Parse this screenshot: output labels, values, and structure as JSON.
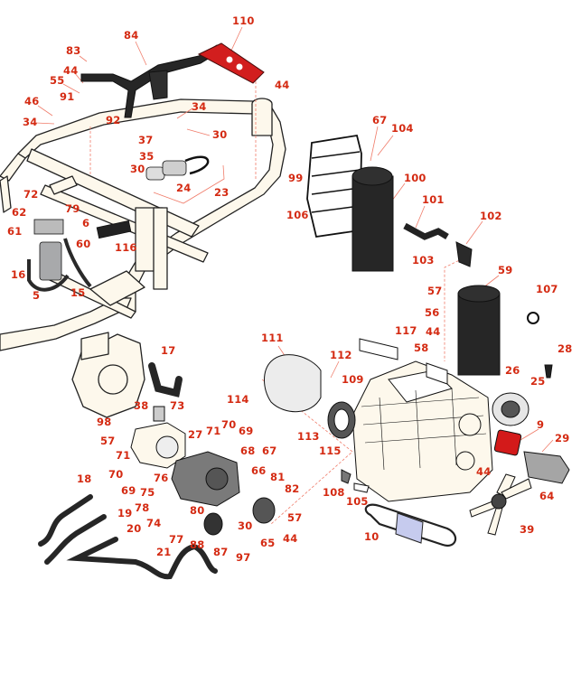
{
  "diagram": {
    "title": "Engine, Frame and Hydraulic Pump Assembly — Exploded Parts View",
    "colors": {
      "callout": "#d42a12",
      "leader": "#f07c6a",
      "frame_fill": "#fdf8ec",
      "part_dark": "#2a2a2a",
      "part_grey": "#8c8c8c",
      "highlight_red": "#d21e1e",
      "belt_band": "#c6cbee"
    },
    "parts": [
      {
        "id": "p110",
        "label": "110",
        "part": "radiator mount bracket (red)"
      },
      {
        "id": "p84",
        "label": "84",
        "part": "support bar"
      },
      {
        "id": "p83",
        "label": "83",
        "part": "bolt"
      },
      {
        "id": "p44a",
        "label": "44",
        "part": "nut"
      },
      {
        "id": "p44b",
        "label": "44",
        "part": "nut"
      },
      {
        "id": "p55",
        "label": "55",
        "part": "isolator mount"
      },
      {
        "id": "p91",
        "label": "91",
        "part": "spacer"
      },
      {
        "id": "p46",
        "label": "46",
        "part": "bolt"
      },
      {
        "id": "p34a",
        "label": "34",
        "part": "washer"
      },
      {
        "id": "p92",
        "label": "92",
        "part": "bolt"
      },
      {
        "id": "p34b",
        "label": "34",
        "part": "washer"
      },
      {
        "id": "p30a",
        "label": "30",
        "part": "nut"
      },
      {
        "id": "p37",
        "label": "37",
        "part": "washer"
      },
      {
        "id": "p35",
        "label": "35",
        "part": "mount"
      },
      {
        "id": "p30b",
        "label": "30",
        "part": "nut"
      },
      {
        "id": "p24",
        "label": "24",
        "part": "fuel pump"
      },
      {
        "id": "p23",
        "label": "23",
        "part": "fuel pump kit"
      },
      {
        "id": "p72",
        "label": "72",
        "part": "screw"
      },
      {
        "id": "p79",
        "label": "79",
        "part": "nut"
      },
      {
        "id": "p62",
        "label": "62",
        "part": "fitting"
      },
      {
        "id": "p6",
        "label": "6",
        "part": "filter head"
      },
      {
        "id": "p61",
        "label": "61",
        "part": "plug"
      },
      {
        "id": "p60",
        "label": "60",
        "part": "clamp"
      },
      {
        "id": "p116",
        "label": "116",
        "part": "engine mount"
      },
      {
        "id": "p16",
        "label": "16",
        "part": "hose"
      },
      {
        "id": "p5",
        "label": "5",
        "part": "fuel filter"
      },
      {
        "id": "p15",
        "label": "15",
        "part": "hose"
      },
      {
        "id": "p67a",
        "label": "67",
        "part": "washer"
      },
      {
        "id": "p104",
        "label": "104",
        "part": "bolt"
      },
      {
        "id": "p99",
        "label": "99",
        "part": "guard cage"
      },
      {
        "id": "p100",
        "label": "100",
        "part": "air cleaner"
      },
      {
        "id": "p106",
        "label": "106",
        "part": "screw"
      },
      {
        "id": "p101",
        "label": "101",
        "part": "intake hose"
      },
      {
        "id": "p102",
        "label": "102",
        "part": "elbow"
      },
      {
        "id": "p103",
        "label": "103",
        "part": "clamp"
      },
      {
        "id": "p59",
        "label": "59",
        "part": "muffler"
      },
      {
        "id": "p57a",
        "label": "57",
        "part": "washer"
      },
      {
        "id": "p107",
        "label": "107",
        "part": "clamp"
      },
      {
        "id": "p56",
        "label": "56",
        "part": "lock washer"
      },
      {
        "id": "p44c",
        "label": "44",
        "part": "nut"
      },
      {
        "id": "p117",
        "label": "117",
        "part": "manifold gasket"
      },
      {
        "id": "p58",
        "label": "58",
        "part": "gasket"
      },
      {
        "id": "p28",
        "label": "28",
        "part": "plug"
      },
      {
        "id": "p26",
        "label": "26",
        "part": "sensor"
      },
      {
        "id": "p25",
        "label": "25",
        "part": "alternator"
      },
      {
        "id": "p111",
        "label": "111",
        "part": "bell housing"
      },
      {
        "id": "p112",
        "label": "112",
        "part": "bolt"
      },
      {
        "id": "p109",
        "label": "109",
        "part": "coupler"
      },
      {
        "id": "p114",
        "label": "114",
        "part": "bolt"
      },
      {
        "id": "p113",
        "label": "113",
        "part": "bolt"
      },
      {
        "id": "p115",
        "label": "115",
        "part": "nut"
      },
      {
        "id": "p9",
        "label": "9",
        "part": "oil filter (red)"
      },
      {
        "id": "p29",
        "label": "29",
        "part": "starter"
      },
      {
        "id": "p17",
        "label": "17",
        "part": "hose"
      },
      {
        "id": "p38",
        "label": "38",
        "part": "clamp"
      },
      {
        "id": "p73",
        "label": "73",
        "part": "fitting"
      },
      {
        "id": "p98",
        "label": "98",
        "part": "bolt"
      },
      {
        "id": "p57b",
        "label": "57",
        "part": "washer"
      },
      {
        "id": "p27",
        "label": "27",
        "part": "hydraulic pump"
      },
      {
        "id": "p71a",
        "label": "71",
        "part": "o-ring"
      },
      {
        "id": "p70a",
        "label": "70",
        "part": "elbow fitting"
      },
      {
        "id": "p69a",
        "label": "69",
        "part": "o-ring"
      },
      {
        "id": "p68",
        "label": "68",
        "part": "bolt"
      },
      {
        "id": "p67b",
        "label": "67",
        "part": "washer"
      },
      {
        "id": "p71b",
        "label": "71",
        "part": "o-ring"
      },
      {
        "id": "p70b",
        "label": "70",
        "part": "elbow fitting"
      },
      {
        "id": "p66",
        "label": "66",
        "part": "nut"
      },
      {
        "id": "p76",
        "label": "76",
        "part": "o-ring"
      },
      {
        "id": "p81",
        "label": "81",
        "part": "gasket"
      },
      {
        "id": "p69b",
        "label": "69",
        "part": "o-ring"
      },
      {
        "id": "p75",
        "label": "75",
        "part": "fitting"
      },
      {
        "id": "p82",
        "label": "82",
        "part": "coupler hub"
      },
      {
        "id": "p78",
        "label": "78",
        "part": "o-ring"
      },
      {
        "id": "p80",
        "label": "80",
        "part": "bolt"
      },
      {
        "id": "p74",
        "label": "74",
        "part": "o-ring"
      },
      {
        "id": "p30c",
        "label": "30",
        "part": "nut"
      },
      {
        "id": "p57c",
        "label": "57",
        "part": "washer"
      },
      {
        "id": "p77",
        "label": "77",
        "part": "elbow fitting"
      },
      {
        "id": "p88",
        "label": "88",
        "part": "pulley"
      },
      {
        "id": "p65",
        "label": "65",
        "part": "flex plate"
      },
      {
        "id": "p44d",
        "label": "44",
        "part": "nut"
      },
      {
        "id": "p87",
        "label": "87",
        "part": "washer"
      },
      {
        "id": "p97",
        "label": "97",
        "part": "bolt"
      },
      {
        "id": "p18",
        "label": "18",
        "part": "hydraulic hose"
      },
      {
        "id": "p19",
        "label": "19",
        "part": "hydraulic hose"
      },
      {
        "id": "p20",
        "label": "20",
        "part": "hydraulic hose"
      },
      {
        "id": "p21",
        "label": "21",
        "part": "hydraulic hose"
      },
      {
        "id": "p108",
        "label": "108",
        "part": "cap"
      },
      {
        "id": "p105",
        "label": "105",
        "part": "bracket"
      },
      {
        "id": "p10",
        "label": "10",
        "part": "belt"
      },
      {
        "id": "p44e",
        "label": "44",
        "part": "nut"
      },
      {
        "id": "p64",
        "label": "64",
        "part": "fan"
      },
      {
        "id": "p39",
        "label": "39",
        "part": "bolt"
      }
    ]
  }
}
